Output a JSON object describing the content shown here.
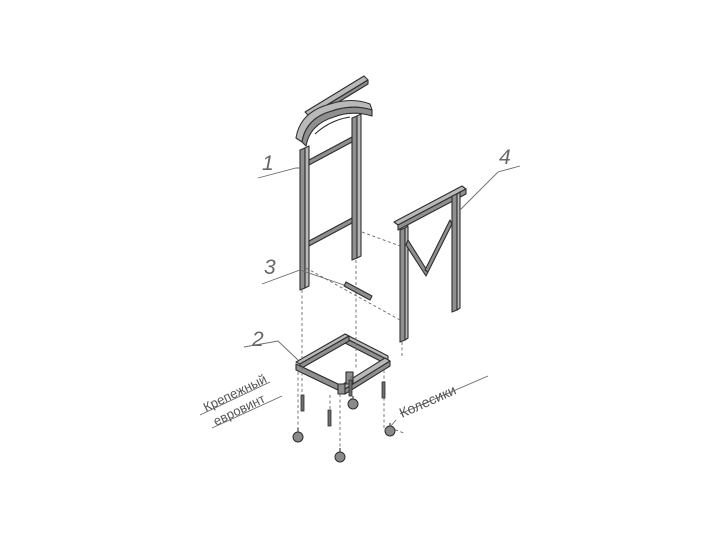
{
  "diagram": {
    "callouts": [
      {
        "id": "1",
        "text": "1"
      },
      {
        "id": "2",
        "text": "2"
      },
      {
        "id": "3",
        "text": "3"
      },
      {
        "id": "4",
        "text": "4"
      }
    ],
    "labels": {
      "screw_line1": "Крепежный",
      "screw_line2": "евровинт",
      "wheels": "Колесики"
    }
  }
}
